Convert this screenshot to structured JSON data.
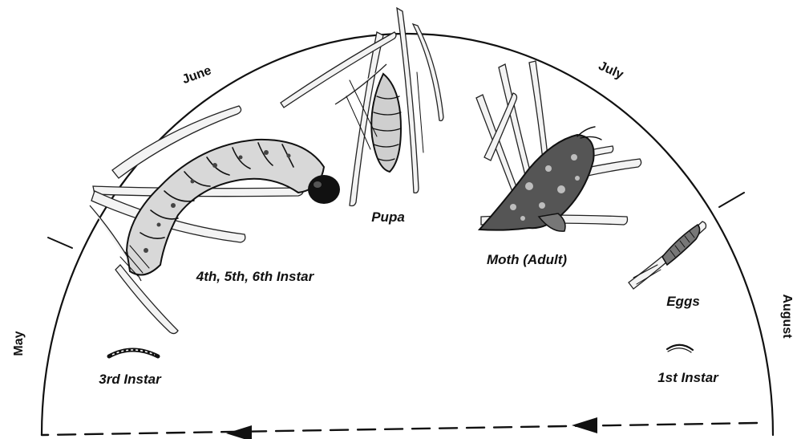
{
  "months": {
    "may": "May",
    "june": "June",
    "july": "July",
    "august": "August"
  },
  "stages": {
    "instar_3": "3rd Instar",
    "instar_456": "4th, 5th, 6th Instar",
    "pupa": "Pupa",
    "moth": "Moth (Adult)",
    "eggs": "Eggs",
    "instar_1": "1st Instar"
  },
  "colors": {
    "ink": "#111111",
    "paper": "#ffffff"
  }
}
